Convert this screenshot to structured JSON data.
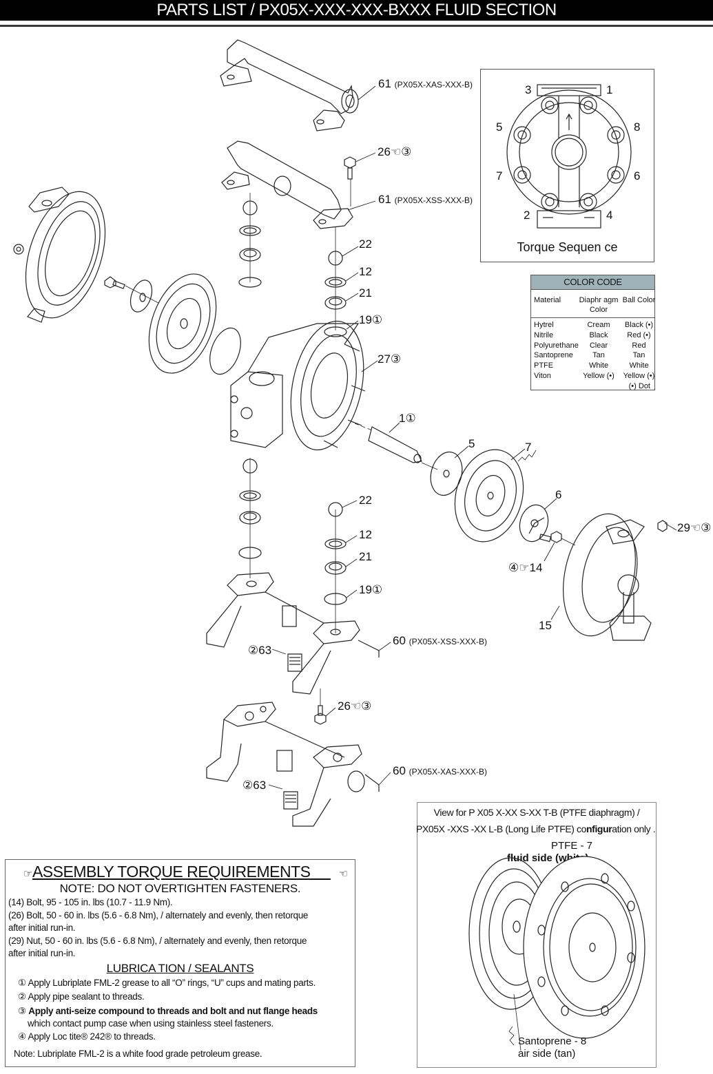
{
  "header": {
    "title": "PARTS LIST / PX05X-XXX-XXX-BXXX FLUID SECTION"
  },
  "callouts": [
    {
      "num": "61",
      "suffix": "(PX05X-XAS-XXX-B)",
      "note": ""
    },
    {
      "num": "26",
      "suffix": "",
      "note": "☜③"
    },
    {
      "num": "61",
      "suffix": "(PX05X-XSS-XXX-B)",
      "note": ""
    },
    {
      "num": "22",
      "suffix": "",
      "note": ""
    },
    {
      "num": "12",
      "suffix": "",
      "note": ""
    },
    {
      "num": "21",
      "suffix": "",
      "note": ""
    },
    {
      "num": "19",
      "suffix": "",
      "note": "①"
    },
    {
      "num": "27",
      "suffix": "",
      "note": "③"
    },
    {
      "num": "1",
      "suffix": "",
      "note": "①"
    },
    {
      "num": "5",
      "suffix": "",
      "note": ""
    },
    {
      "num": "7",
      "suffix": "",
      "note": ""
    },
    {
      "num": "6",
      "suffix": "",
      "note": ""
    },
    {
      "num": "29",
      "suffix": "",
      "note": "☜③"
    },
    {
      "num": "14",
      "suffix": "",
      "note": "④☞"
    },
    {
      "num": "15",
      "suffix": "",
      "note": ""
    },
    {
      "num": "22",
      "suffix": "",
      "note": ""
    },
    {
      "num": "12",
      "suffix": "",
      "note": ""
    },
    {
      "num": "21",
      "suffix": "",
      "note": ""
    },
    {
      "num": "19",
      "suffix": "",
      "note": "①"
    },
    {
      "num": "60",
      "suffix": "(PX05X-XSS-XXX-B)",
      "note": ""
    },
    {
      "num": "63",
      "suffix": "",
      "note": "②"
    },
    {
      "num": "26",
      "suffix": "",
      "note": "☜③"
    },
    {
      "num": "60",
      "suffix": "(PX05X-XAS-XXX-B)",
      "note": ""
    },
    {
      "num": "63",
      "suffix": "",
      "note": "②"
    }
  ],
  "torque_sequence": {
    "caption": "Torque Sequen ce",
    "positions": [
      "3",
      "1",
      "5",
      "8",
      "7",
      "6",
      "2",
      "4"
    ]
  },
  "color_code": {
    "title": "COLOR CODE",
    "columns": [
      "Material",
      "Diaphr agm Color",
      "Ball Color"
    ],
    "rows": [
      [
        "Hytrel",
        "Cream",
        "Black (•)"
      ],
      [
        "Nitrile",
        "Black",
        "Red (•)"
      ],
      [
        "Polyurethane",
        "Clear",
        "Red"
      ],
      [
        "Santoprene",
        "Tan",
        "Tan"
      ],
      [
        "PTFE",
        "White",
        "White"
      ],
      [
        "Viton",
        "Yellow (•)",
        "Yellow (•)"
      ]
    ],
    "footnote": "(•) Dot",
    "header_color": "#9fb2b8"
  },
  "assembly": {
    "title": "ASSEMBLY TORQUE REQUIREMENTS",
    "hand_left": "☞",
    "hand_right": "☜",
    "note": "NOTE: DO NOT OVERTIGHTEN FASTENERS.",
    "lines": [
      "(14) Bolt, 95 - 105 in. lbs (10.7 - 11.9 Nm).",
      "(26) Bolt, 50 - 60 in. lbs (5.6 - 6.8 Nm), / alternately and evenly, then retorque",
      "after initial run-in.",
      "(29) Nut, 50 - 60 in. lbs (5.6 - 6.8 Nm), / alternately and evenly, then retorque",
      "after initial run-in."
    ],
    "lubrication_title": "LUBRICA TION / SEALANTS",
    "lubrication": [
      {
        "mark": "①",
        "text": "Apply Lubriplate FML-2 grease to all “O” rings, “U” cups and mating parts."
      },
      {
        "mark": "②",
        "text": "Apply pipe sealant to threads."
      },
      {
        "mark": "③",
        "text": "Apply anti-seize compound to threads and bolt and nut flange heads",
        "cont": "which contact pump case when using stainless steel fasteners."
      },
      {
        "mark": "④",
        "text": "Apply Loc tite® 242® to threads."
      }
    ],
    "footnote": "Note: Lubriplate FML-2 is a white food grade petroleum grease."
  },
  "ptfe_view": {
    "line1": "View for P X05 X-XX S-XX T-B (PTFE diaphragm) /",
    "line2_a": "PX05X -XXS -XX L-B (Long Life PTFE)    co",
    "line2_b": "nfigur",
    "line2_c": "ation only .",
    "label7": "PTFE - 7",
    "label7_sub": "fluid side (white)",
    "label8": "Santoprene -  8",
    "label8_sub": "air side (tan)"
  }
}
